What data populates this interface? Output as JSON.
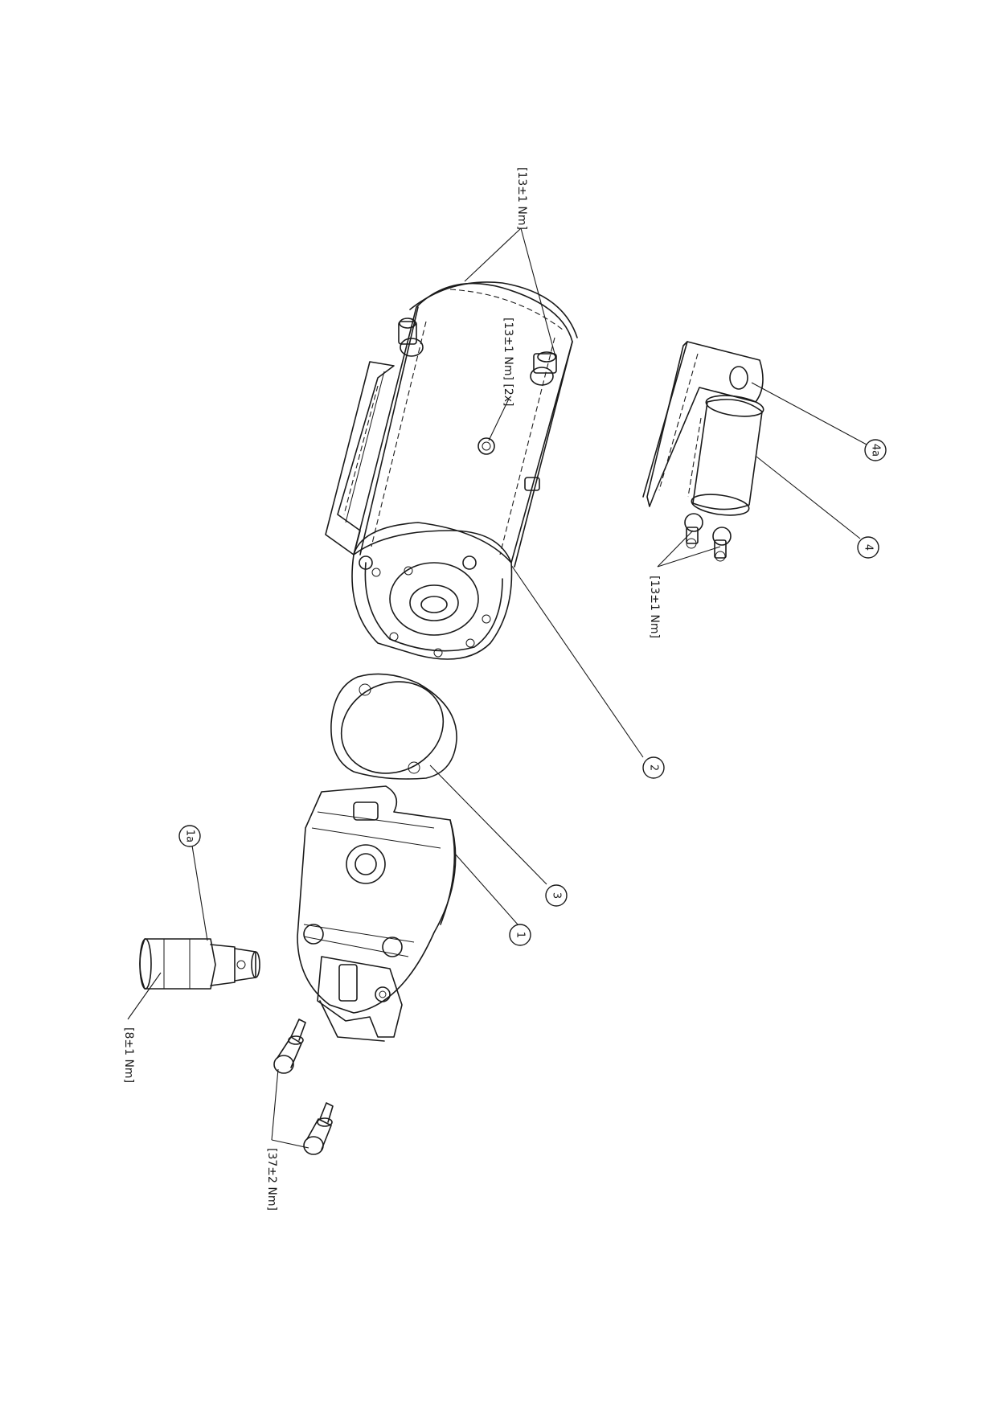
{
  "torque_labels": {
    "top": "[13±1 Nm]",
    "motor_center": "[13±1 Nm] [2x]",
    "solenoid": "[13±1 Nm]",
    "valve": "[8±1 Nm]",
    "fittings": "[37±2 Nm]"
  },
  "callouts": {
    "pump": "1",
    "valve": "1a",
    "motor": "2",
    "gasket": "3",
    "solenoid": "4",
    "bracket": "4a"
  }
}
